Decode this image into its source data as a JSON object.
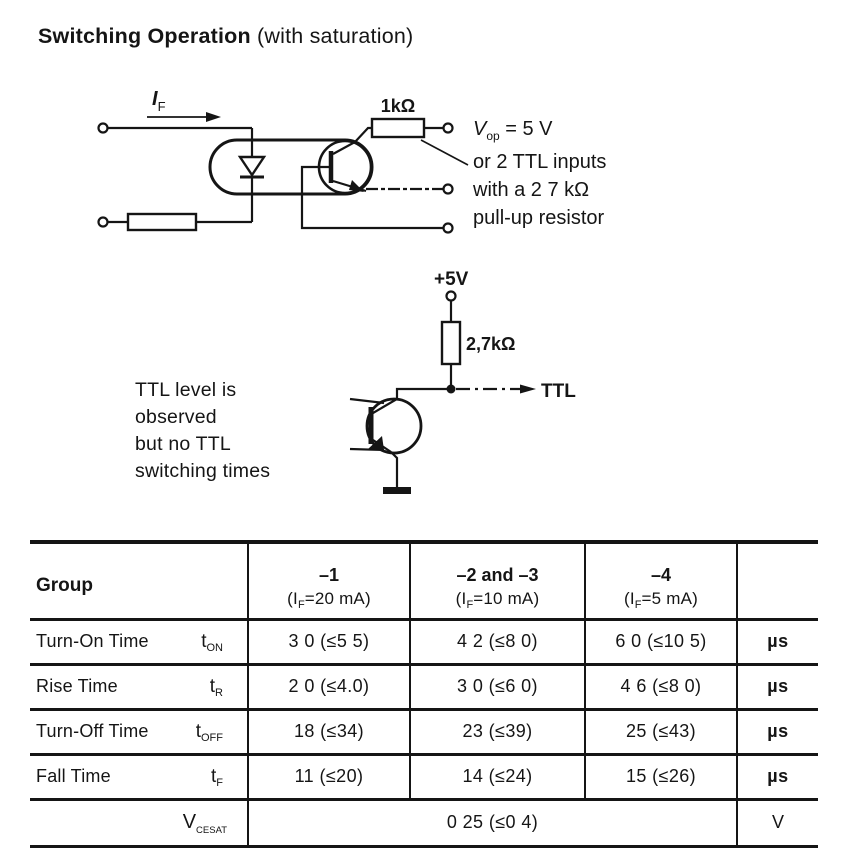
{
  "title": {
    "bold": "Switching Operation",
    "normal": " (with saturation)"
  },
  "circuit1": {
    "if_main": "I",
    "if_sub": "F",
    "resistor_label": "1kΩ",
    "vop_main": "V",
    "vop_sub": "op",
    "vop_rest": " = 5 V",
    "line2": "or 2 TTL inputs",
    "line3": "with a 2 7 kΩ",
    "line4": "pull-up resistor"
  },
  "circuit2": {
    "supply_label": "+5V",
    "resistor_label": "2,7kΩ",
    "output_label": "TTL",
    "note_lines": [
      "TTL level is",
      "observed",
      "but no TTL",
      "switching times"
    ]
  },
  "table": {
    "group_header": "Group",
    "columns": [
      {
        "name": "–1",
        "cond_pre": "(I",
        "cond_sub": "F",
        "cond_post": "=20 mA)"
      },
      {
        "name": "–2 and –3",
        "cond_pre": "(I",
        "cond_sub": "F",
        "cond_post": "=10 mA)"
      },
      {
        "name": "–4",
        "cond_pre": "(I",
        "cond_sub": "F",
        "cond_post": "=5 mA)"
      }
    ],
    "rows": [
      {
        "label": "Turn-On Time",
        "sym": "t",
        "sym_sub": "ON",
        "values": [
          "3 0 (≤5 5)",
          "4 2 (≤8 0)",
          "6 0 (≤10 5)"
        ],
        "unit": "µs"
      },
      {
        "label": "Rise Time",
        "sym": "t",
        "sym_sub": "R",
        "values": [
          "2 0 (≤4.0)",
          "3 0 (≤6 0)",
          "4 6 (≤8 0)"
        ],
        "unit": "µs"
      },
      {
        "label": "Turn-Off Time",
        "sym": "t",
        "sym_sub": "OFF",
        "values": [
          "18 (≤34)",
          "23 (≤39)",
          "25 (≤43)"
        ],
        "unit": "µs"
      },
      {
        "label": "Fall Time",
        "sym": "t",
        "sym_sub": "F",
        "values": [
          "11 (≤20)",
          "14 (≤24)",
          "15 (≤26)"
        ],
        "unit": "µs"
      }
    ],
    "vcesat": {
      "sym": "V",
      "sym_sub": "CESAT",
      "value": "0 25 (≤0 4)",
      "unit": "V"
    }
  }
}
